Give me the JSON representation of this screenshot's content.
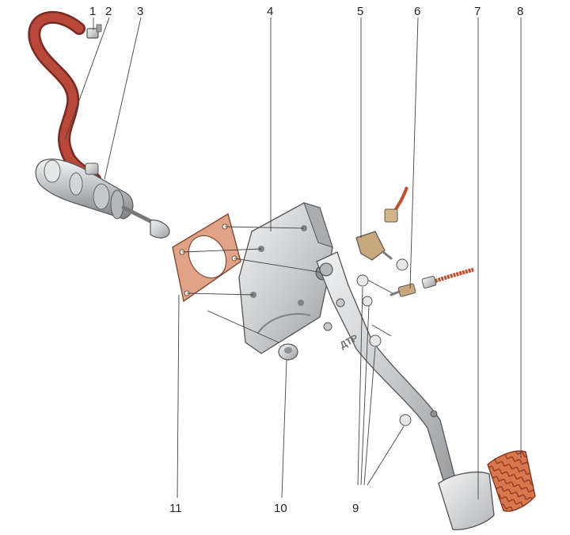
{
  "callouts": [
    {
      "id": "1",
      "label": "1"
    },
    {
      "id": "2",
      "label": "2"
    },
    {
      "id": "3",
      "label": "3"
    },
    {
      "id": "4",
      "label": "4"
    },
    {
      "id": "5",
      "label": "5"
    },
    {
      "id": "6",
      "label": "6"
    },
    {
      "id": "7",
      "label": "7"
    },
    {
      "id": "8",
      "label": "8"
    },
    {
      "id": "9",
      "label": "9"
    },
    {
      "id": "10",
      "label": "10"
    },
    {
      "id": "11",
      "label": "11"
    }
  ],
  "pedal_marking": "ДТР",
  "colors": {
    "hose": "#b8483a",
    "gasket": "#e0a387",
    "pad": "#d8774e",
    "metal": "#d9dbdc",
    "switch": "#c9a77c",
    "line": "#444444"
  }
}
